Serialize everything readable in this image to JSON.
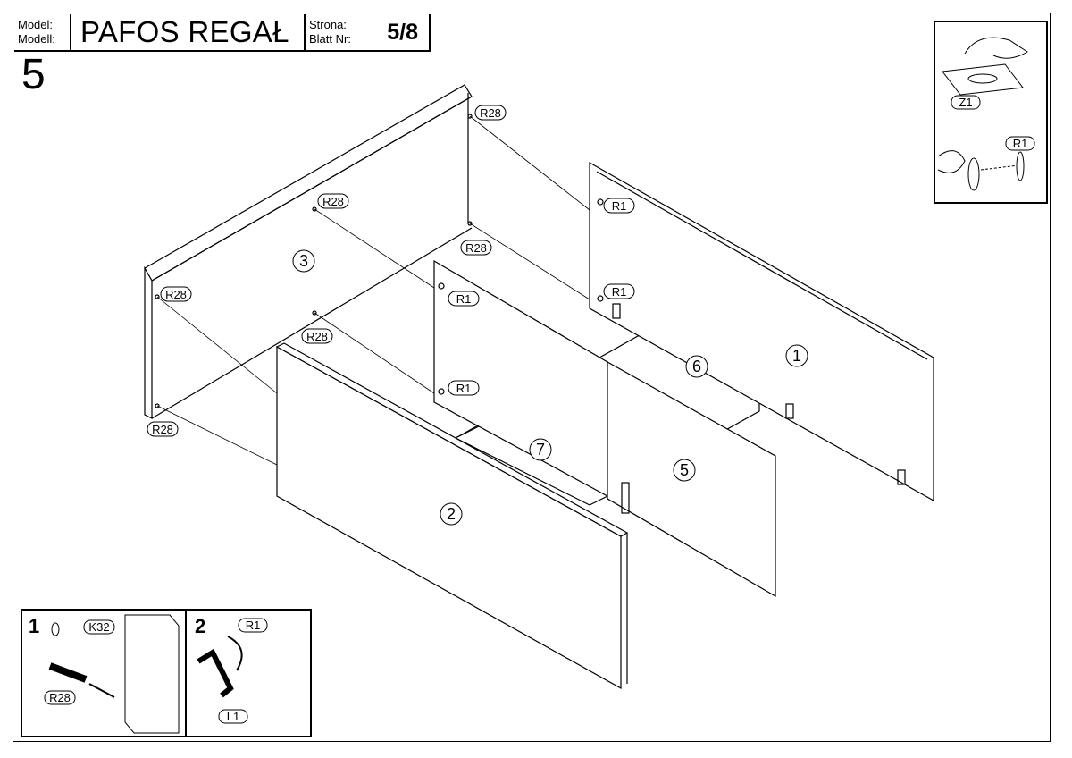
{
  "title_block": {
    "model_label": "Model:",
    "modell_label": "Modell:",
    "product_name": "PAFOS REGAŁ",
    "page_label": "Strona:",
    "sheet_label": "Blatt Nr:",
    "page_number": "5/8"
  },
  "step_number": "5",
  "parts": {
    "panel_1": "1",
    "panel_2": "2",
    "panel_3": "3",
    "panel_5": "5",
    "panel_6": "6",
    "panel_7": "7"
  },
  "hardware": {
    "dowel": "R28",
    "cam_lock": "R1",
    "cam_pin": "K32",
    "hex_key": "L1",
    "hole_cover": "Z1"
  },
  "detail_1": {
    "step": "1"
  },
  "detail_2": {
    "step": "2"
  }
}
